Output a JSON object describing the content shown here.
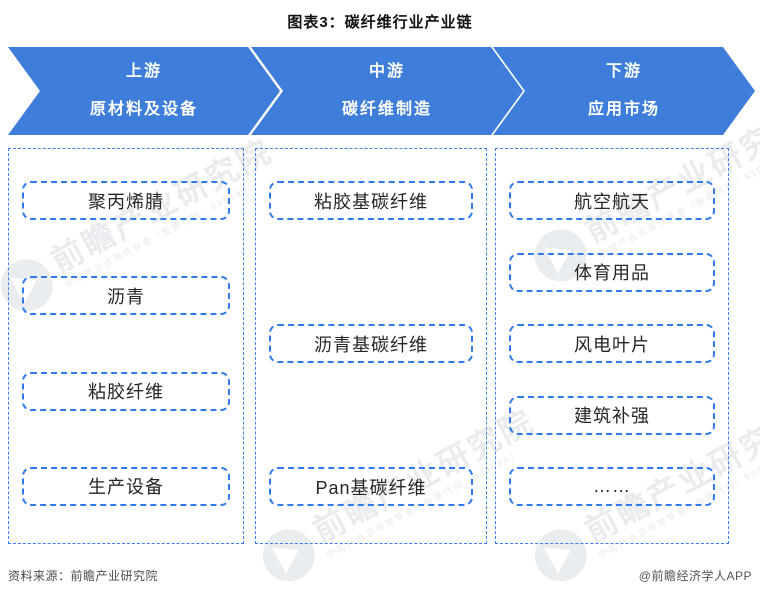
{
  "page_title": "图表3：碳纤维行业产业链",
  "stages": [
    {
      "id": "upstream",
      "line1": "上游",
      "line2": "原材料及设备",
      "items": [
        "聚丙烯腈",
        "沥青",
        "粘胶纤维",
        "生产设备"
      ]
    },
    {
      "id": "midstream",
      "line1": "中游",
      "line2": "碳纤维制造",
      "items": [
        "粘胶基碳纤维",
        "沥青基碳纤维",
        "Pan基碳纤维"
      ]
    },
    {
      "id": "downstream",
      "line1": "下游",
      "line2": "应用市场",
      "items": [
        "航空航天",
        "体育用品",
        "风电叶片",
        "建筑补强",
        "……"
      ]
    }
  ],
  "footer": {
    "source": "资料来源：前瞻产业研究院",
    "credit": "@前瞻经济学人APP"
  },
  "watermark": {
    "text": "前瞻产业研究院",
    "subtext": "中国产业咨询领导者（股票代码：839599）"
  },
  "colors": {
    "arrow_blue": "#3E7EDA",
    "dash_blue": "#2F7BEE",
    "outer_dash_blue": "#4080EC"
  }
}
